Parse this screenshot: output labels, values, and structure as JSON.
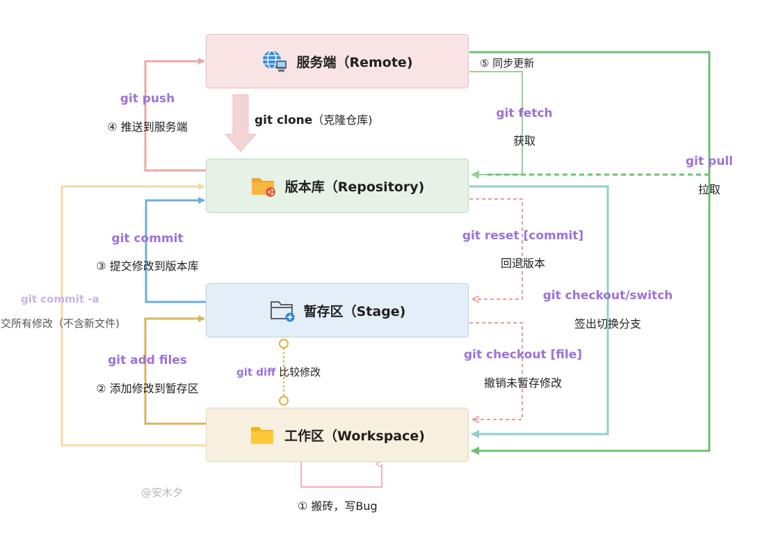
{
  "boxes": {
    "remote": "服务端（Remote)",
    "repository": "版本库（Repository)",
    "stage": "暂存区（Stage)",
    "workspace": "工作区（Workspace)"
  },
  "labels": {
    "git_clone_cmd": "git clone",
    "git_clone_desc": "（克隆仓库)",
    "sync_update": "⑤ 同步更新",
    "git_fetch": "git fetch",
    "fetch_desc": "获取",
    "git_pull": "git pull",
    "pull_desc": "拉取",
    "git_push": "git push",
    "push_desc": "④ 推送到服务端",
    "git_commit": "git commit",
    "commit_desc": "③ 提交修改到版本库",
    "git_commit_a": "git commit -a",
    "commit_a_desc": "提交所有修改（不含新文件)",
    "git_add": "git add files",
    "add_desc": "② 添加修改到暂存区",
    "git_diff": "git diff",
    "diff_desc": "比较修改",
    "git_reset": "git reset [commit]",
    "reset_desc": "回退版本",
    "git_checkout_switch": "git checkout/switch",
    "checkout_switch_desc": "签出切换分支",
    "git_checkout_file": "git checkout [file]",
    "checkout_file_desc": "撤销未暂存修改",
    "work_desc": "① 搬砖，写Bug",
    "watermark": "@安木夕"
  },
  "colors": {
    "remote_fill": "#f9e4e5",
    "repository_fill": "#e6f2e6",
    "stage_fill": "#e3eef8",
    "workspace_fill": "#f7f0df",
    "push": "#e8a8a4",
    "clone": "#f3d3d3",
    "pull": "#6cc270",
    "fetch": "#95d197",
    "commit": "#6aade0",
    "commit_a": "#f4d9a4",
    "add": "#d9b45a",
    "diff": "#e0b040",
    "reset": "#ea9a9a",
    "checkout": "#8fd0cc",
    "work": "#f0b2ae",
    "command_text": "#9a72d8"
  },
  "icons": [
    "globe-server-icon",
    "folder-share-icon",
    "folder-add-icon",
    "folder-icon",
    "clone-arrow-icon"
  ]
}
